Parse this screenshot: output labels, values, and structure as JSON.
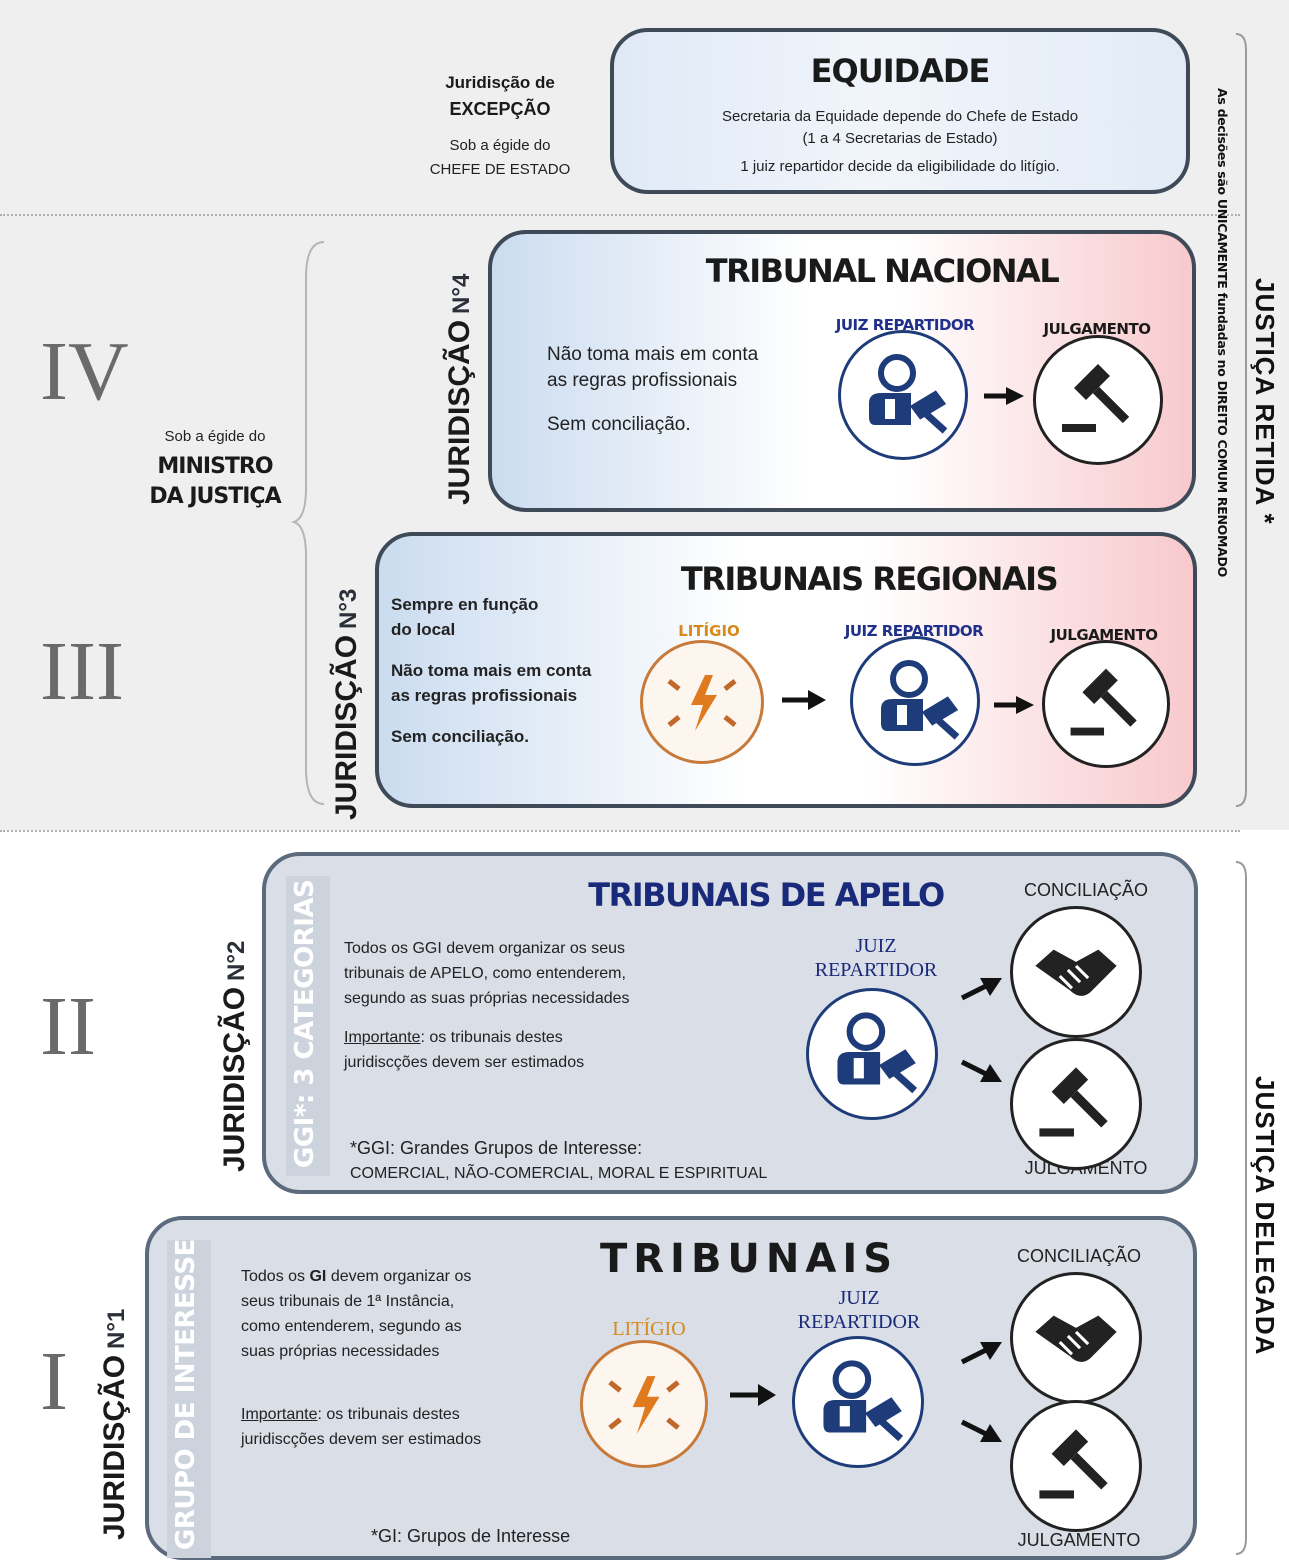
{
  "excepcao": {
    "title_line1": "Juridisção de",
    "title_line2": "EXCEPÇÃO",
    "sub_line1": "Sob a égide do",
    "sub_line2": "CHEFE DE ESTADO"
  },
  "equidade": {
    "title": "EQUIDADE",
    "line1": "Secretaria da Equidade depende do Chefe de Estado",
    "line2": "(1 a 4 Secretarias de Estado)",
    "line3": "1 juiz repartidor decide da eligibilidade do litígio."
  },
  "right_labels": {
    "decisoes": "As decisões são UNICAMENTE fundadas no DIREITO COMUM RENOMADO",
    "retida": "JUSTIÇA RETIDA *",
    "delegada": "JUSTIÇA DELEGADA"
  },
  "ministro": {
    "line1": "Sob a égide do",
    "line2": "MINISTRO",
    "line3": "DA JUSTIÇA"
  },
  "roman": {
    "iv": "IV",
    "iii": "III",
    "ii": "II",
    "i": "I"
  },
  "jur4": {
    "label": "JURIDISÇÃO",
    "num": "N°4",
    "title": "TRIBUNAL NACIONAL",
    "text1": "Não toma mais em conta",
    "text2": "as regras profissionais",
    "text3": "Sem conciliação.",
    "juiz": "JUIZ REPARTIDOR",
    "julg": "JULGAMENTO"
  },
  "jur3": {
    "label": "JURIDISÇÃO",
    "num": "N°3",
    "title": "TRIBUNAIS REGIONAIS",
    "text1": "Sempre en função",
    "text2": "do local",
    "text3": "Não toma mais em conta",
    "text4": "as regras profissionais",
    "text5": "Sem conciliação.",
    "litigio": "LITÍGIO",
    "juiz": "JUIZ REPARTIDOR",
    "julg": "JULGAMENTO"
  },
  "jur2": {
    "label": "JURIDISÇÃO",
    "num": "N°2",
    "side": "GGI*: 3 CATEGORIAS",
    "title": "TRIBUNAIS DE APELO",
    "text1": "Todos os GGI devem organizar os seus",
    "text2": "tribunais de APELO, como entenderem,",
    "text3": "segundo as suas próprias necessidades",
    "imp_u": "Importante",
    "imp_rest": ": os tribunais destes",
    "imp2": "juridiscções devem ser estimados",
    "foot1": "*GGI: Grandes Grupos de Interesse:",
    "foot2": "COMERCIAL, NÃO-COMERCIAL, MORAL E ESPIRITUAL",
    "juiz1": "JUIZ",
    "juiz2": "REPARTIDOR",
    "concil": "CONCILIAÇÃO",
    "julg": "JULGAMENTO"
  },
  "jur1": {
    "label": "JURIDISÇÃO",
    "num": "N°1",
    "side": "GRUPO DE INTERESSE",
    "title": "TRIBUNAIS",
    "text1_a": "Todos os ",
    "text1_b": "GI",
    "text1_c": " devem organizar os",
    "text2": "seus tribunais de 1ª Instância,",
    "text3": "como entenderem, segundo as",
    "text4": "suas próprias necessidades",
    "imp_u": "Importante",
    "imp_rest": ": os tribunais destes",
    "imp2": "juridiscções devem ser estimados",
    "foot": "*GI: Grupos de Interesse",
    "litigio": "LITÍGIO",
    "juiz1": "JUIZ",
    "juiz2": "REPARTIDOR",
    "concil": "CONCILIAÇÃO",
    "julg": "JULGAMENTO"
  }
}
